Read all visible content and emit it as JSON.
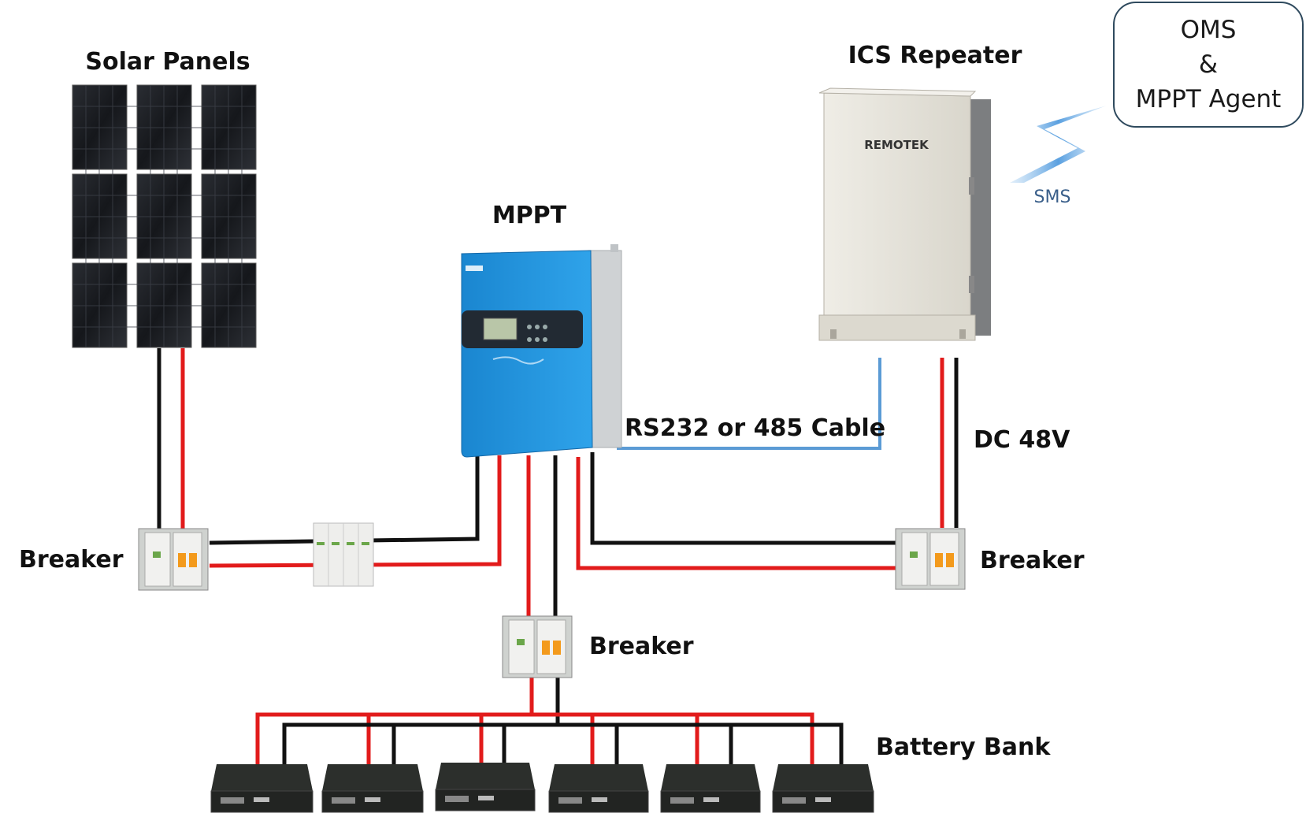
{
  "labels": {
    "solar_panels": "Solar Panels",
    "ics_repeater": "ICS Repeater",
    "mppt": "MPPT",
    "rs_cable": "RS232 or 485 Cable",
    "dc_voltage": "DC 48V",
    "breaker_left": "Breaker",
    "breaker_right": "Breaker",
    "breaker_center": "Breaker",
    "battery_bank": "Battery Bank",
    "sms": "SMS"
  },
  "oms_box": {
    "line1": "OMS",
    "line2": "&",
    "line3": "MPPT Agent"
  },
  "repeater_brand": "REMOTEK",
  "colors": {
    "positive_wire": "#e21b1b",
    "negative_wire": "#111111",
    "data_cable": "#5b9bd5",
    "mppt_body": "#1f8fd6",
    "repeater_body": "#e6e3da",
    "solar_cell": "#1b1d22",
    "battery_body": "#2c2f2c"
  },
  "icons": [
    "solar-panel-icon",
    "mppt-controller-icon",
    "repeater-cabinet-icon",
    "breaker-icon",
    "surge-protector-icon",
    "battery-icon",
    "sms-lightning-icon"
  ]
}
